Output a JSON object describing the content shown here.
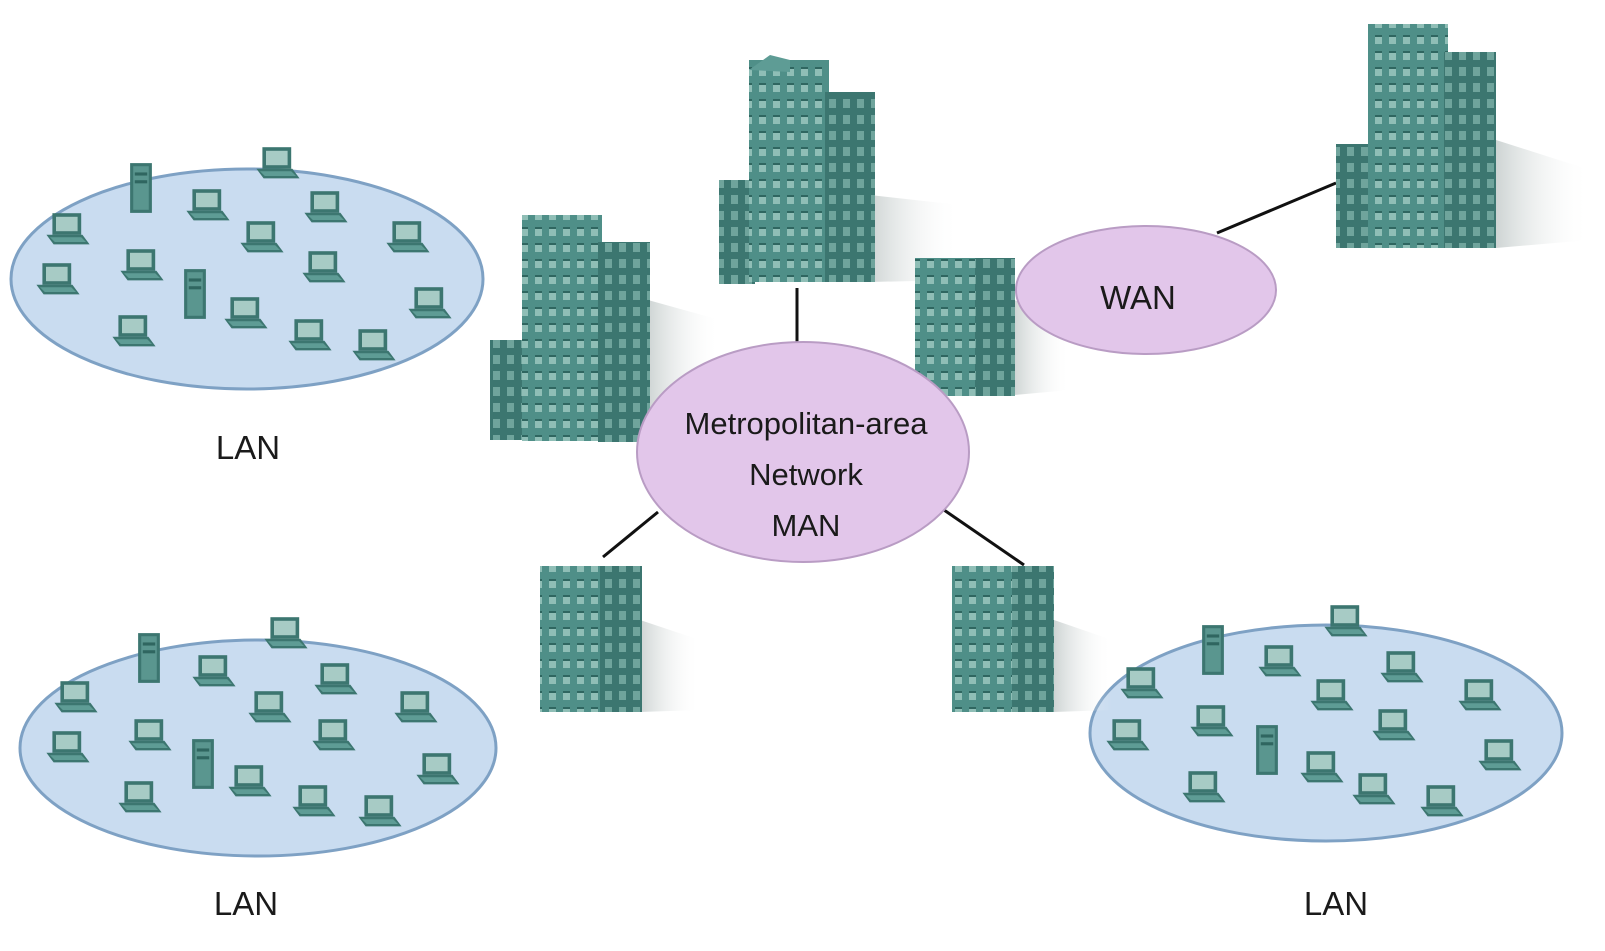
{
  "labels": {
    "lan_top_left": "LAN",
    "lan_bottom_left": "LAN",
    "lan_bottom_right": "LAN",
    "wan": "WAN",
    "man_line1": "Metropolitan-area",
    "man_line2": "Network",
    "man_line3": "MAN"
  },
  "colors": {
    "lan_fill": "#c9dcf0",
    "lan_stroke": "#7ea1c4",
    "cloud_fill": "#e2c6ea",
    "cloud_stroke": "#b99cc4",
    "device": "#4f8f88",
    "device_dark": "#2f6660",
    "device_screen": "#9fc7c0",
    "link": "#111111"
  },
  "icons": {
    "building": "office-building-icon",
    "computer": "desktop-computer-icon",
    "server": "tower-server-icon"
  }
}
